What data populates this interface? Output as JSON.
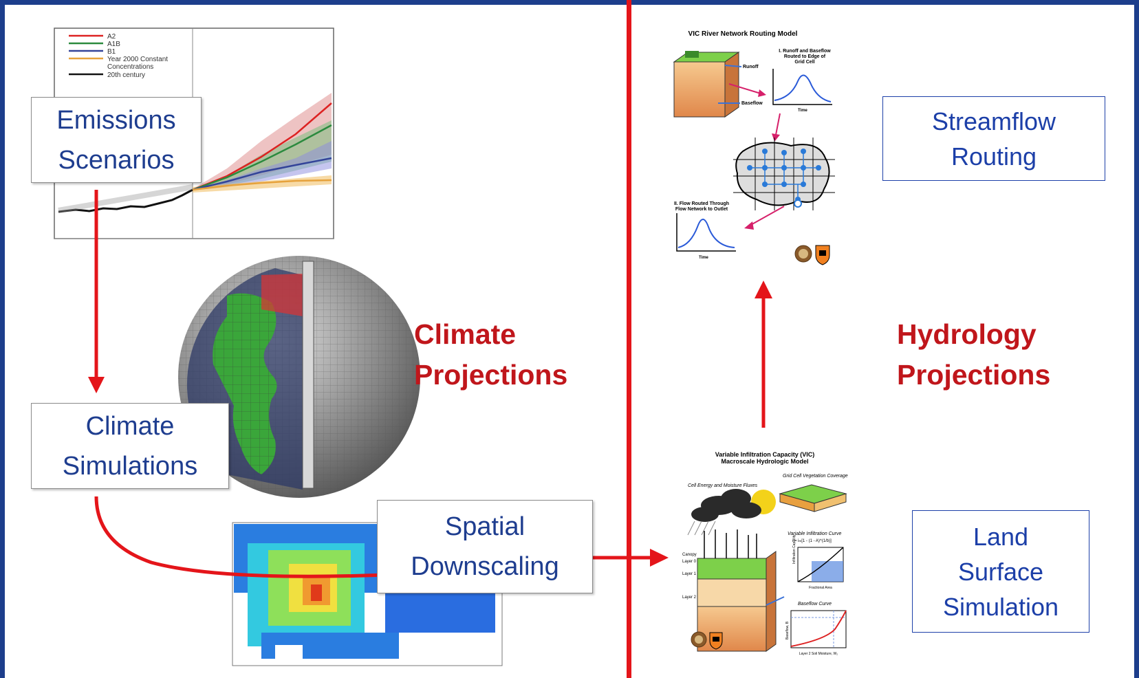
{
  "emissions_box": {
    "line1": "Emissions",
    "line2": "Scenarios"
  },
  "climate_sim_box": {
    "line1": "Climate",
    "line2": "Simulations"
  },
  "downscaling_box": {
    "line1": "Spatial",
    "line2": "Downscaling"
  },
  "climate_label": {
    "line1": "Climate",
    "line2": "Projections"
  },
  "hydrology_label": {
    "line1": "Hydrology",
    "line2": "Projections"
  },
  "streamflow_box": {
    "line1": "Streamflow",
    "line2": "Routing"
  },
  "land_box": {
    "line1": "Land",
    "line2": "Surface",
    "line3": "Simulation"
  },
  "emissions_legend": [
    "A2",
    "A1B",
    "B1",
    "Year 2000 Constant",
    "Concentrations",
    "20th century"
  ],
  "routing_figure": {
    "title": "VIC River Network Routing Model",
    "step1": [
      "I. Runoff and Baseflow",
      "Routed to Edge of",
      "Grid Cell"
    ],
    "runoff": "Runoff",
    "baseflow": "Baseflow",
    "time": "Time",
    "step2": [
      "II. Flow Routed Through",
      "Flow Network to Outlet"
    ]
  },
  "vic_figure": {
    "title": [
      "Variable Infiltration Capacity (VIC)",
      "Macroscale Hydrologic Model"
    ],
    "fluxes": "Cell Energy and Moisture Fluxes",
    "veg": "Grid Cell Vegetation Coverage",
    "infil_curve": "Variable Infiltration Curve",
    "infil_eq": "i = iₘ[1 - (1 - A)^(1/b)]",
    "baseflow_curve": "Baseflow Curve",
    "canopy": "Canopy",
    "layer0": "Layer 0",
    "layer1": "Layer 1",
    "layer2": "Layer 2",
    "infil_y": "Infiltration Capacity",
    "frac_area": "Fractional Area",
    "baseflow_y": "Baseflow, B",
    "soil_x": "Layer 2 Soil Moisture, W₂"
  },
  "colors": {
    "background": "#1d3e8c",
    "divider": "#e4151a",
    "arrow": "#e4151a",
    "box_text": "#1e3d8f",
    "label_red": "#c0161b",
    "blue_box": "#1c3fa8"
  },
  "icons": [
    "arrow-down-icon",
    "curved-arrow-icon",
    "arrow-right-icon",
    "arrow-up-icon",
    "globe-icon",
    "university-seal-icon",
    "princeton-shield-icon"
  ]
}
